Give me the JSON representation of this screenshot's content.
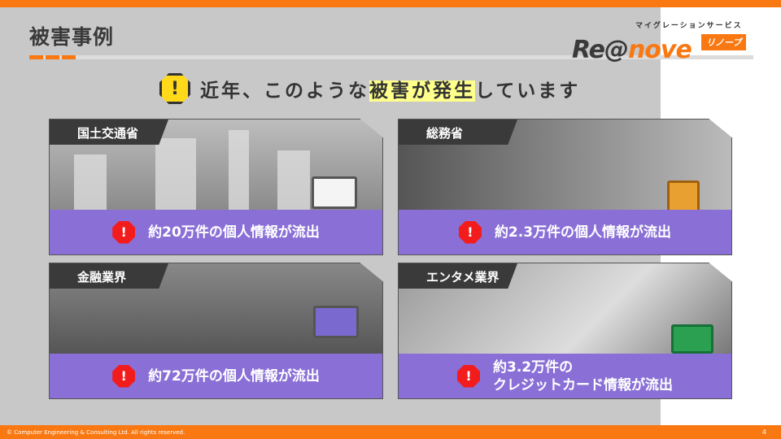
{
  "header": {
    "title": "被害事例",
    "logo_main_dark": "Re@",
    "logo_main_orange": "nove",
    "logo_subtitle": "マイグレーションサービス",
    "logo_tag": "リノーブ"
  },
  "headline": {
    "pre": "近年、このような",
    "hl1": "被害が発生",
    "post": "しています",
    "icon": "warning-octagon-icon"
  },
  "cards": [
    {
      "label": "国土交通省",
      "text": "約20万件の個人情報が流出"
    },
    {
      "label": "総務省",
      "text": "約2.3万件の個人情報が流出"
    },
    {
      "label": "金融業界",
      "text": "約72万件の個人情報が流出"
    },
    {
      "label": "エンタメ業界",
      "text_line1": "約3.2万件の",
      "text_line2": "クレジットカード情報が流出"
    }
  ],
  "colors": {
    "accent": "#f97811",
    "band": "#8a70d6",
    "stop": "#f31c1c",
    "warn": "#ffd91a"
  },
  "footer": {
    "copyright": "© Computer Engineering & Consulting Ltd. All rights reserved.",
    "page": "4"
  }
}
